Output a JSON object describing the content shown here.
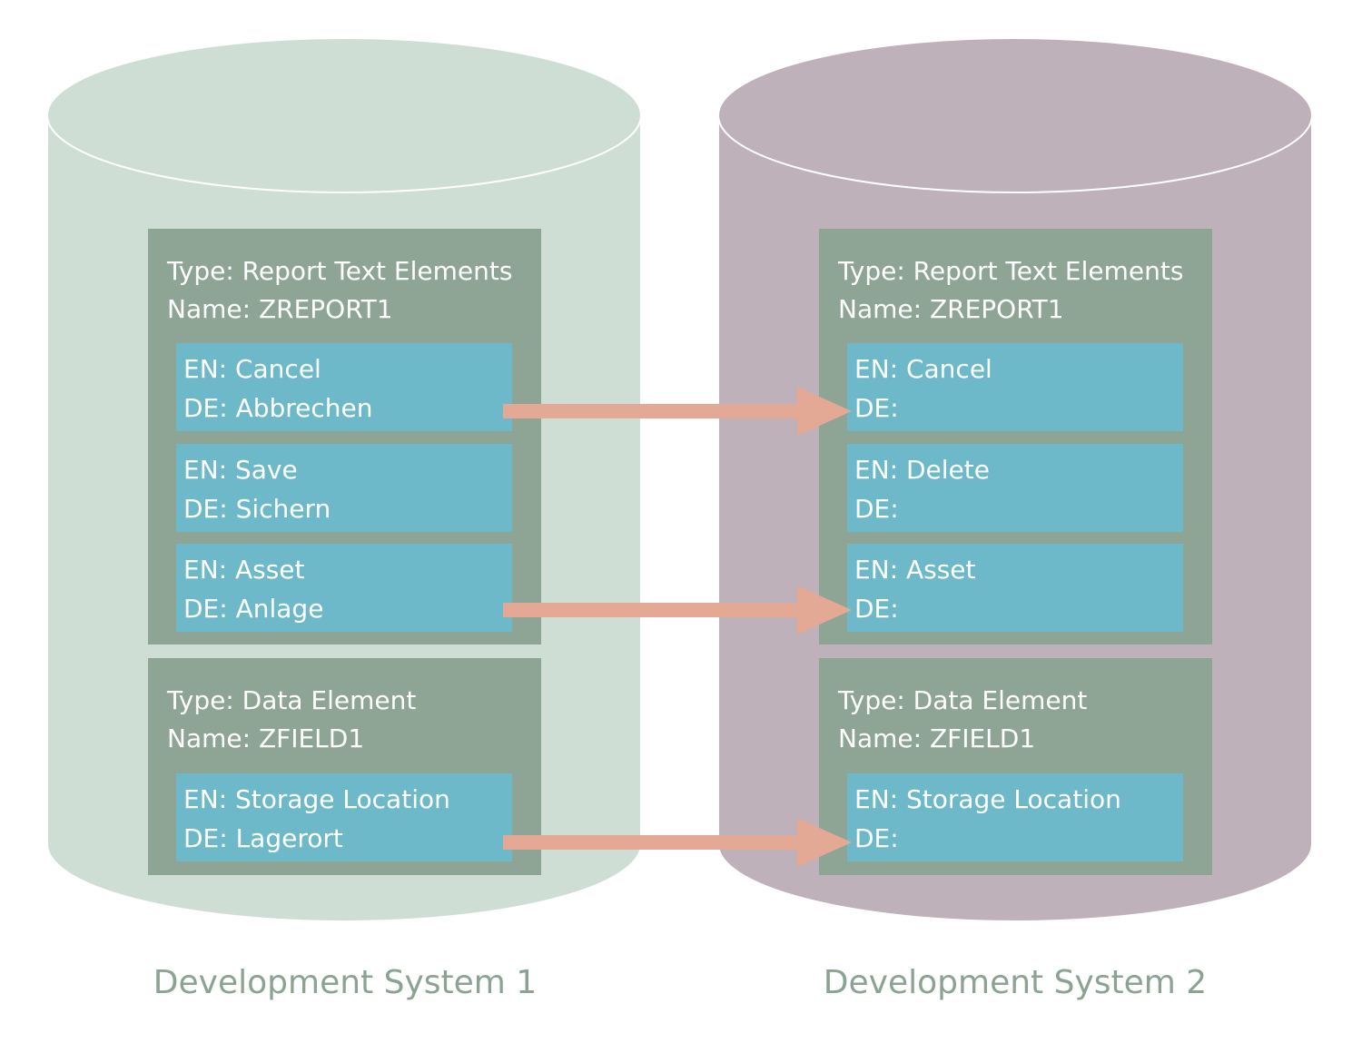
{
  "systems": [
    {
      "label": "Development System 1",
      "color": "#cfded5",
      "report": {
        "type": "Type: Report Text Elements",
        "name": "Name: ZREPORT1",
        "entries": [
          {
            "en": "EN: Cancel",
            "de": "DE: Abbrechen"
          },
          {
            "en": "EN: Save",
            "de": "DE: Sichern"
          },
          {
            "en": "EN: Asset",
            "de": "DE: Anlage"
          }
        ]
      },
      "data_element": {
        "type": "Type: Data Element",
        "name": "Name: ZFIELD1",
        "entries": [
          {
            "en": "EN: Storage Location",
            "de": "DE: Lagerort"
          }
        ]
      }
    },
    {
      "label": "Development System 2",
      "color": "#bfb1b9",
      "report": {
        "type": "Type: Report Text Elements",
        "name": "Name: ZREPORT1",
        "entries": [
          {
            "en": "EN: Cancel",
            "de": "DE:"
          },
          {
            "en": "EN: Delete",
            "de": "DE:"
          },
          {
            "en": "EN: Asset",
            "de": "DE:"
          }
        ]
      },
      "data_element": {
        "type": "Type: Data Element",
        "name": "Name: ZFIELD1",
        "entries": [
          {
            "en": "EN: Storage Location",
            "de": "DE:"
          }
        ]
      }
    }
  ],
  "colors": {
    "panel": "#8ea595",
    "entry": "#6db9c9",
    "arrow": "#e4a995",
    "label": "#8aa393"
  }
}
